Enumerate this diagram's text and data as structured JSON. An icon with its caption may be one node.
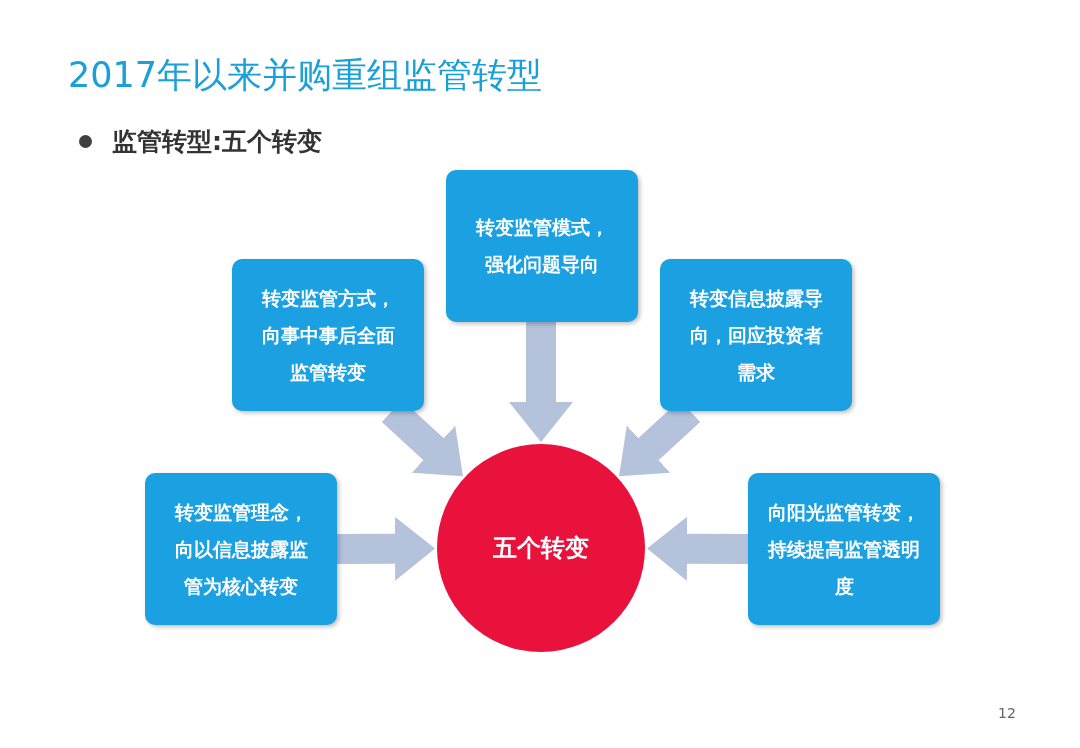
{
  "diagram": {
    "title": "2017年以来并购重组监管转型",
    "nodes": [
      {
        "text": [
          "转变监管模式，强化问题导向"
        ]
      },
      {
        "text": [
          "转变监管方式，向事中事后全面监管转变"
        ]
      },
      {
        "text": [
          "转变信息披露导向，回应投资者需求"
        ]
      },
      {
        "text": [
          "转变监管理念，向以信息披露监管为核心转变"
        ]
      },
      {
        "text": [
          "五个转变"
        ]
      },
      {
        "text": [
          "向阳光监管转变，持续提高监管透明度"
        ]
      }
    ],
    "edges": [
      {
        "from": 0,
        "to": 4,
        "arrow": "to"
      },
      {
        "from": 1,
        "to": 4,
        "arrow": "to"
      },
      {
        "from": 2,
        "to": 4,
        "arrow": "to"
      },
      {
        "from": 3,
        "to": 4,
        "arrow": "to"
      },
      {
        "from": 5,
        "to": 4,
        "arrow": "to"
      }
    ],
    "labels": [
      "监管转型:五个转变",
      "12"
    ]
  }
}
